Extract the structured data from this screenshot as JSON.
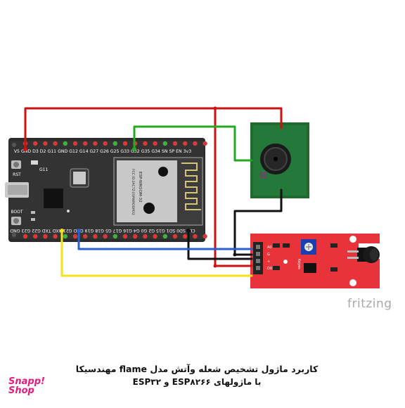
{
  "caption": {
    "line1": "کاربرد ماژول تشخیص شعله وآتش مدل flame مهندسیکا",
    "line2": "با ماژولهای ESP۸۲۶۶ و ESP۳۲"
  },
  "logo": {
    "line1": "Snapp!",
    "line2": "Shop"
  },
  "watermark": "fritzing",
  "esp32": {
    "top_pins": "V5 GND D3 D2 G11 GND G12 G14 G27 G26 G25 G33 G32 G35 G34 SN SP EN 3v3",
    "bottom_pins": "CLK SD0 SD1 G15 G2 G0 G4 G16 G17 G5 G18 G19 GND G21 RXD TXD G22 G23 GND",
    "rst_label": "RST",
    "boot_label": "BOOT",
    "g11_label": "G11",
    "module_label": "ESP-WROOM-32",
    "module_fcc": "FCC ID:2AC7Z-ESPWROOM32",
    "module_logo": "wifi"
  },
  "flame_sensor": {
    "pin_labels": [
      "A0",
      "G",
      "+",
      "D0"
    ],
    "pot_label": "Keyes"
  },
  "colors": {
    "wire_red": "#cc1111",
    "wire_black": "#111111",
    "wire_green": "#22aa22",
    "wire_blue": "#2a5fd0",
    "wire_yellow": "#f2e21b",
    "esp_board": "#2b2b2b",
    "sensor_board": "#e8333a",
    "buzzer_board": "#1f6a2c"
  }
}
